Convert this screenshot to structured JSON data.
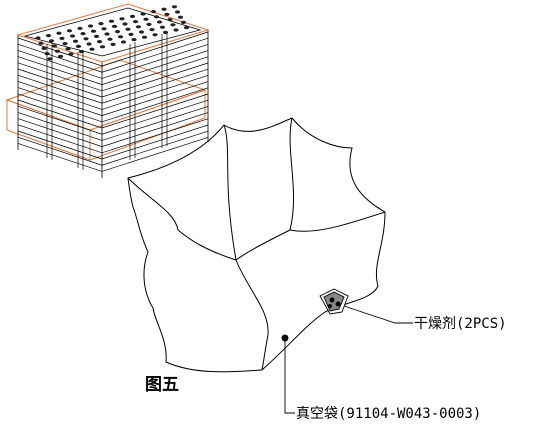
{
  "figure": {
    "title": "图五"
  },
  "callouts": {
    "desiccant": "干燥剂(2PCS)",
    "vacuum_bag": "真空袋(91104-W043-0003)"
  },
  "colors": {
    "line": "#000000",
    "pallet_accent": "#e0783c"
  }
}
